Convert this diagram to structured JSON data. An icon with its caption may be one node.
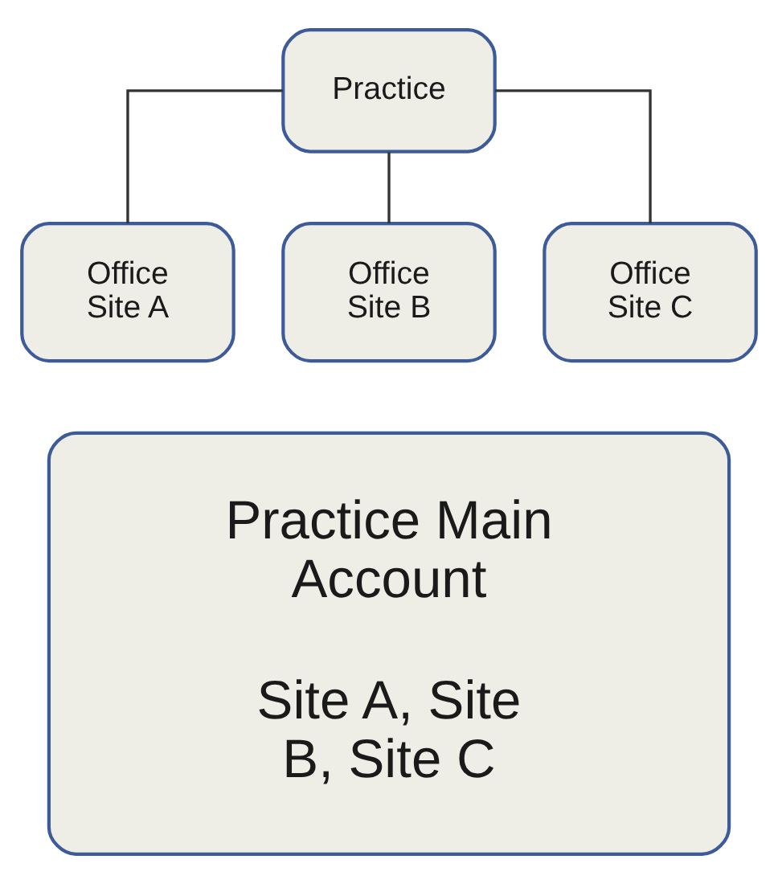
{
  "diagram": {
    "nodes": [
      {
        "text": [
          "Practice"
        ]
      },
      {
        "text": [
          "Office Site A"
        ]
      },
      {
        "text": [
          "Office Site B"
        ]
      },
      {
        "text": [
          "Office Site C"
        ]
      },
      {
        "text": [
          "Practice Main Account",
          "Site A, Site B, Site C"
        ]
      }
    ],
    "edges": [
      {
        "from": 0,
        "to": 1,
        "arrow": "none"
      },
      {
        "from": 0,
        "to": 2,
        "arrow": "none"
      },
      {
        "from": 0,
        "to": 3,
        "arrow": "none"
      }
    ]
  }
}
